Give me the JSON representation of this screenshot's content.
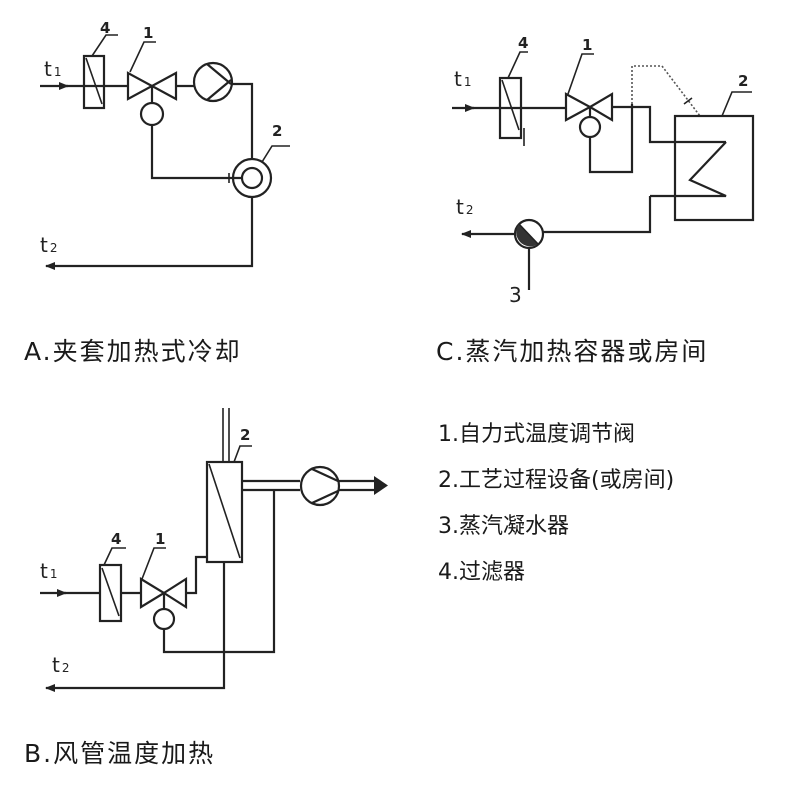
{
  "diagrams": {
    "a": {
      "caption": "A.夹套加热式冷却",
      "inlet_label": "t",
      "inlet_sub": "1",
      "outlet_label": "t",
      "outlet_sub": "2",
      "callouts": [
        "4",
        "1",
        "2"
      ]
    },
    "c": {
      "caption": "C.蒸汽加热容器或房间",
      "inlet_label": "t",
      "inlet_sub": "1",
      "outlet_label": "t",
      "outlet_sub": "2",
      "callouts": [
        "4",
        "1",
        "2",
        "3"
      ]
    },
    "b": {
      "caption": "B.风管温度加热",
      "inlet_label": "t",
      "inlet_sub": "1",
      "outlet_label": "t",
      "outlet_sub": "2",
      "callouts": [
        "2",
        "4",
        "1"
      ]
    }
  },
  "legend": {
    "items": [
      "1.自力式温度调节阀",
      "2.工艺过程设备(或房间)",
      "3.蒸汽凝水器",
      "4.过滤器"
    ]
  }
}
